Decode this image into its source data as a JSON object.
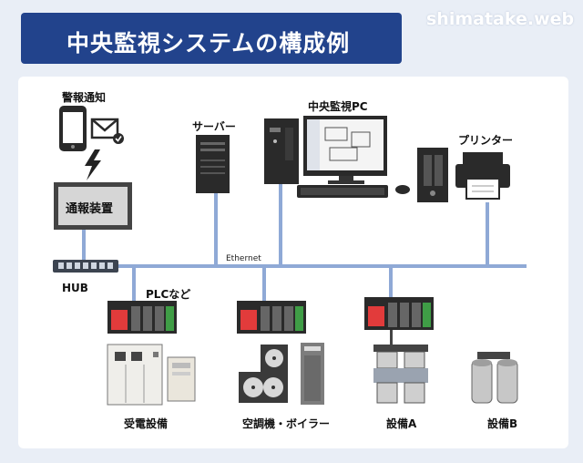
{
  "title": "中央監視システムの構成例",
  "brand": "shimatake.web",
  "labels": {
    "alert": "警報通知",
    "notifier": "通報装置",
    "server": "サーバー",
    "central_pc": "中央監視PC",
    "printer": "プリンター",
    "ethernet": "Ethernet",
    "hub": "HUB",
    "plc": "PLCなど",
    "power": "受電設備",
    "hvac": "空調機・ボイラー",
    "equip_a": "設備A",
    "equip_b": "設備B"
  },
  "colors": {
    "title_bg": "#22438c",
    "bus_line": "#8fa9d6",
    "plc_red": "#e23b3b",
    "plc_green": "#3f9d46"
  }
}
